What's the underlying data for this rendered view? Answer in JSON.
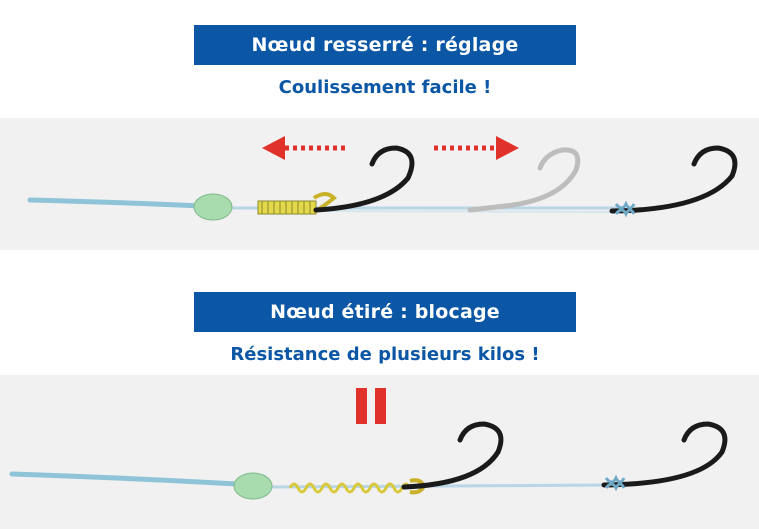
{
  "panels": [
    {
      "title": "Nœud resserré : réglage",
      "subtitle": "Coulissement facile !"
    },
    {
      "title": "Nœud étiré : blocage",
      "subtitle": "Résistance de plusieurs kilos !"
    }
  ],
  "colors": {
    "banner": "#0b57a6",
    "subtitle": "#0b57a6",
    "arrow": "#e0312b",
    "line": "#8fc3d8",
    "bead": "#a8dcae",
    "knot": "#e2d84a",
    "hook": "#1a1a1a",
    "ghost_hook": "#bdbdbd",
    "eye_wrap": "#6fa9c6"
  }
}
